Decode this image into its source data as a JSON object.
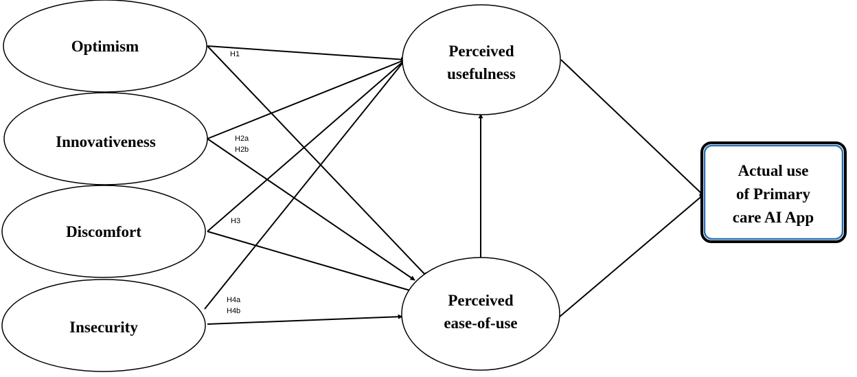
{
  "nodes": {
    "optimism": "Optimism",
    "innovativeness": "Innovativeness",
    "discomfort": "Discomfort",
    "insecurity": "Insecurity",
    "usefulness": [
      "Perceived",
      "usefulness"
    ],
    "ease": [
      "Perceived",
      "ease-of-use"
    ],
    "actual": [
      "Actual use",
      "of Primary",
      "care AI App"
    ]
  },
  "hypotheses": {
    "h1": "H1",
    "h2a": "H2a",
    "h2b": "H2b",
    "h3": "H3",
    "h4a": "H4a",
    "h4b": "H4b"
  },
  "colors": {
    "actual_border": "#2c6fb5"
  }
}
